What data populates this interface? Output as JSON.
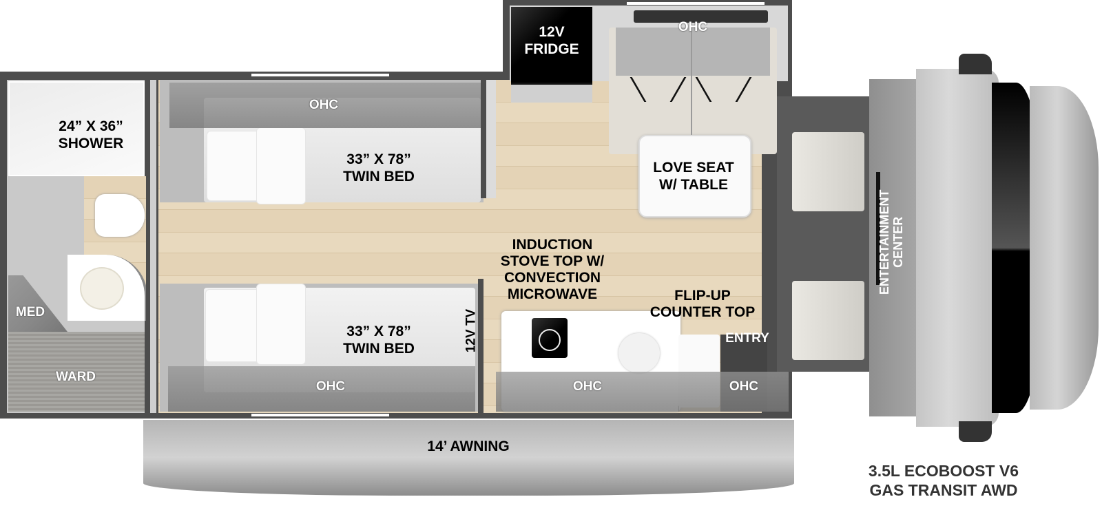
{
  "floorplan": {
    "rooms": {
      "shower": {
        "size": "24” X 36”",
        "label": "SHOWER"
      },
      "med": "MED",
      "ward": "WARD",
      "bed_top": {
        "size": "33” X 78”",
        "label": "TWIN BED",
        "ohc": "OHC"
      },
      "bed_bottom": {
        "size": "33” X 78”",
        "label": "TWIN BED",
        "ohc": "OHC"
      },
      "tv": "12V TV",
      "fridge": {
        "line1": "12V",
        "line2": "FRIDGE"
      },
      "loveseat_ohc": "OHC",
      "loveseat": {
        "line1": "LOVE SEAT",
        "line2": "W/ TABLE"
      },
      "kitchen": {
        "line1": "INDUCTION",
        "line2": "STOVE TOP W/",
        "line3": "CONVECTION",
        "line4": "MICROWAVE"
      },
      "kitchen_ohc": "OHC",
      "counter": {
        "line1": "FLIP-UP",
        "line2": "COUNTER TOP"
      },
      "entry": "ENTRY",
      "entry_ohc": "OHC",
      "entertainment": {
        "line1": "ENTERTAINMENT",
        "line2": "CENTER"
      },
      "awning": "14’ AWNING"
    },
    "engine": {
      "line1": "3.5L ECOBOOST V6",
      "line2": "GAS TRANSIT AWD"
    },
    "colors": {
      "wall": "#4d4d4d",
      "floor": "#e4d3b6",
      "cab": "#c8c8c8",
      "fridge": "#000000"
    }
  }
}
